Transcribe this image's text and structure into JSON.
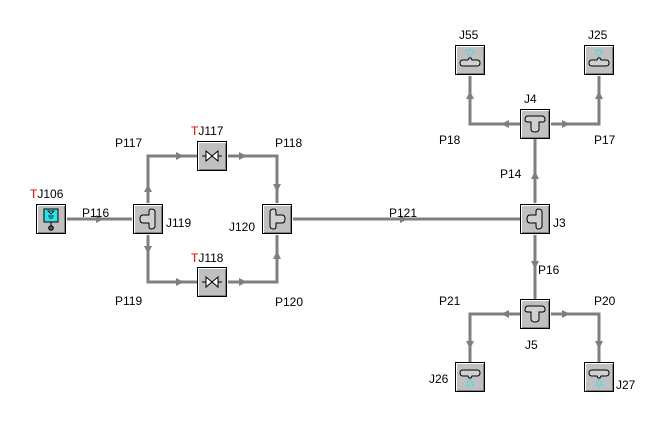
{
  "colors": {
    "pipe": "#7f7f7f",
    "node_fill": "#c0c0c0",
    "tank_fluid": "#33e0e8",
    "spray": "#33e0e8",
    "label_prefix": "#e00000"
  },
  "nodes": [
    {
      "id": "TJ106",
      "prefix": "T",
      "name": "J106",
      "type": "tank",
      "icon": "tank-icon"
    },
    {
      "id": "J119",
      "prefix": "",
      "name": "J119",
      "type": "tee-left",
      "icon": "tee-junction-icon"
    },
    {
      "id": "TJ117",
      "prefix": "T",
      "name": "J117",
      "type": "valve",
      "icon": "valve-icon"
    },
    {
      "id": "TJ118",
      "prefix": "T",
      "name": "J118",
      "type": "valve",
      "icon": "valve-icon"
    },
    {
      "id": "J120",
      "prefix": "",
      "name": "J120",
      "type": "tee-right",
      "icon": "tee-junction-icon"
    },
    {
      "id": "J3",
      "prefix": "",
      "name": "J3",
      "type": "tee-left",
      "icon": "tee-junction-icon"
    },
    {
      "id": "J4",
      "prefix": "",
      "name": "J4",
      "type": "tee-down",
      "icon": "tee-junction-icon"
    },
    {
      "id": "J5",
      "prefix": "",
      "name": "J5",
      "type": "tee-down",
      "icon": "tee-junction-icon"
    },
    {
      "id": "J55",
      "prefix": "",
      "name": "J55",
      "type": "spray-up",
      "icon": "spray-nozzle-icon"
    },
    {
      "id": "J25",
      "prefix": "",
      "name": "J25",
      "type": "spray-up",
      "icon": "spray-nozzle-icon"
    },
    {
      "id": "J26",
      "prefix": "",
      "name": "J26",
      "type": "spray-down",
      "icon": "spray-nozzle-icon"
    },
    {
      "id": "J27",
      "prefix": "",
      "name": "J27",
      "type": "spray-down",
      "icon": "spray-nozzle-icon"
    }
  ],
  "pipes": [
    {
      "name": "P116",
      "from": "TJ106",
      "to": "J119"
    },
    {
      "name": "P117",
      "from": "J119",
      "to": "TJ117"
    },
    {
      "name": "P118",
      "from": "TJ117",
      "to": "J120"
    },
    {
      "name": "P119",
      "from": "J119",
      "to": "TJ118"
    },
    {
      "name": "P120",
      "from": "TJ118",
      "to": "J120"
    },
    {
      "name": "P121",
      "from": "J120",
      "to": "J3"
    },
    {
      "name": "P14",
      "from": "J3",
      "to": "J4"
    },
    {
      "name": "P16",
      "from": "J3",
      "to": "J5"
    },
    {
      "name": "P18",
      "from": "J4",
      "to": "J55"
    },
    {
      "name": "P17",
      "from": "J4",
      "to": "J25"
    },
    {
      "name": "P21",
      "from": "J5",
      "to": "J26"
    },
    {
      "name": "P20",
      "from": "J5",
      "to": "J27"
    }
  ]
}
